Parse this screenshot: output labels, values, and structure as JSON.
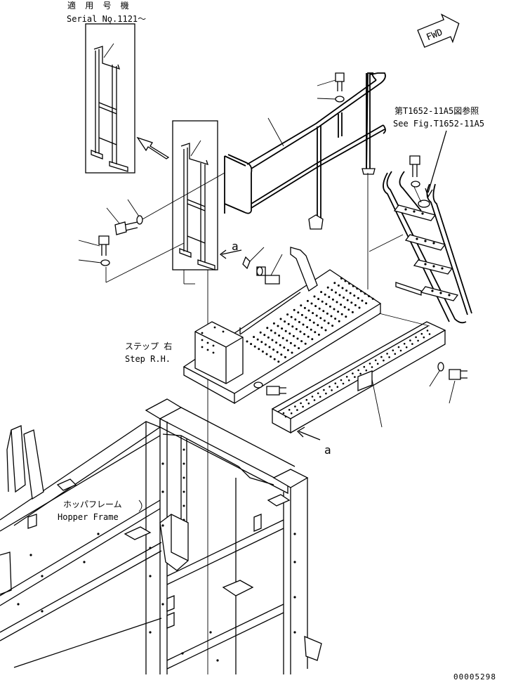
{
  "notes": {
    "applicable_jp": "適 用 号 機",
    "serial": "Serial No.1121～",
    "ref_jp": "第T1652-11A5図参照",
    "ref_en": "See Fig.T1652-11A5",
    "step_jp": "ステップ 右",
    "step_en": "Step R.H.",
    "hopper_jp": "ホッパフレーム",
    "hopper_en": "Hopper Frame",
    "fwd": "FWD",
    "callout_a1": "a",
    "callout_a2": "a",
    "drawing_no": "00005298"
  },
  "icons": [
    "fwd-arrow-icon",
    "direction-arrow-icon"
  ]
}
